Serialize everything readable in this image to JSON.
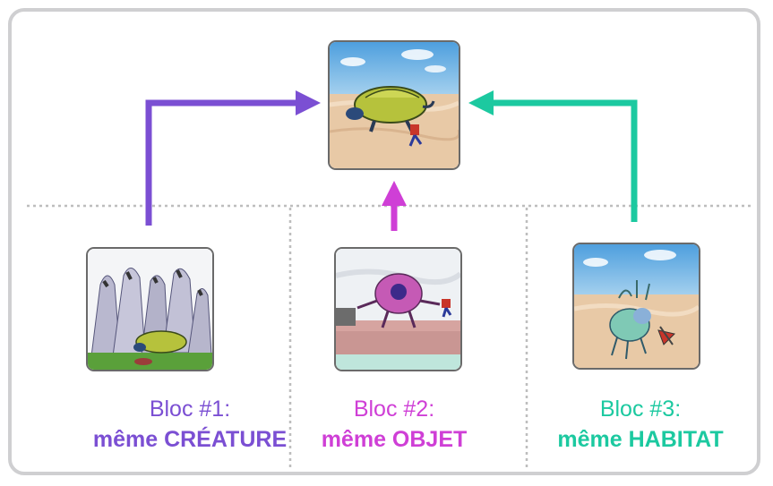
{
  "colors": {
    "bloc1": "#7b4fd3",
    "bloc2": "#cf3fd6",
    "bloc3": "#1cc9a0",
    "divider": "#bdbdbd",
    "frame": "#cfcfd1"
  },
  "target": {
    "image": "creature-with-object-in-habitat"
  },
  "blocs": [
    {
      "title": "Bloc #1:",
      "subtitle_prefix": "même",
      "subtitle_key": "CRÉATURE",
      "image": "creature-in-rocky-habitat"
    },
    {
      "title": "Bloc #2:",
      "subtitle_prefix": "même",
      "subtitle_key": "OBJET",
      "image": "object-with-other-creature"
    },
    {
      "title": "Bloc #3:",
      "subtitle_prefix": "même",
      "subtitle_key": "HABITAT",
      "image": "habitat-with-other-creature"
    }
  ]
}
